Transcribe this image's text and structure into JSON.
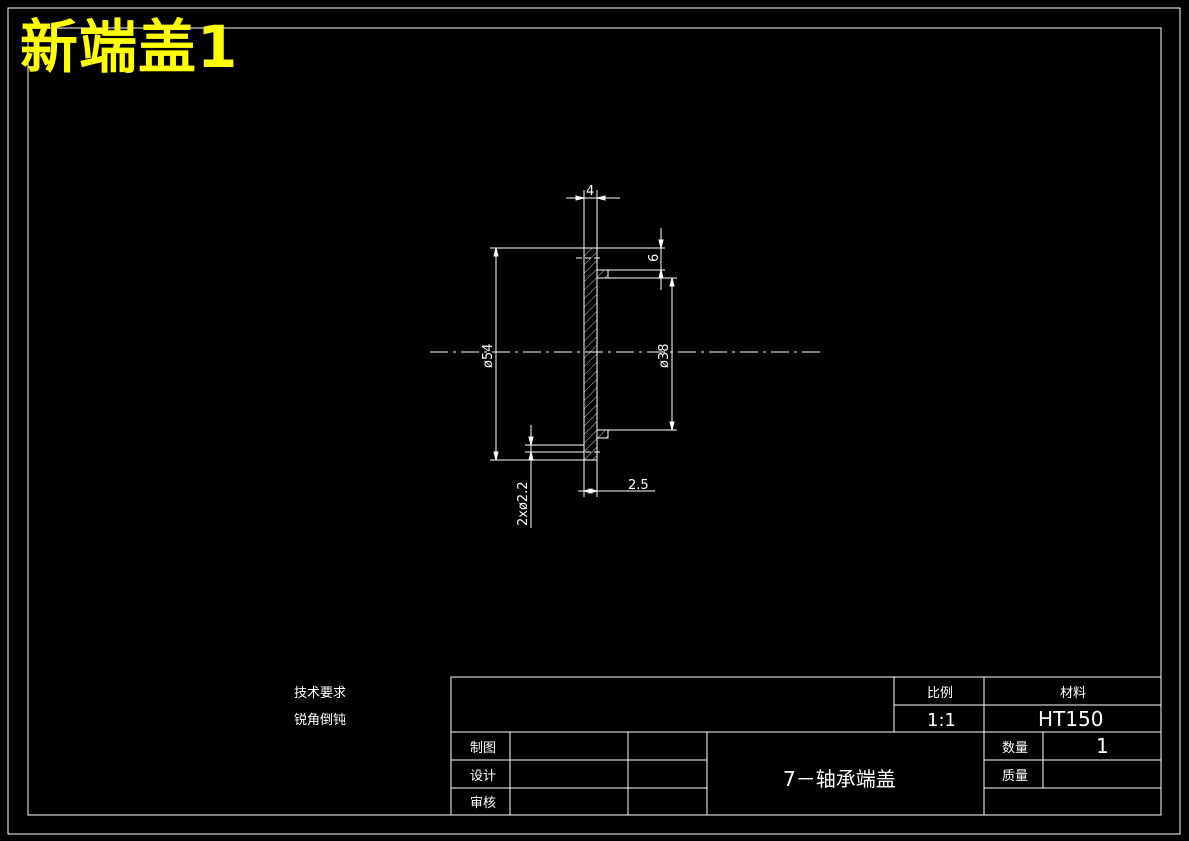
{
  "sheet_title": "新端盖1",
  "dimensions": {
    "thickness": "4",
    "step": "6",
    "outer_diameter": "ø54",
    "inner_diameter": "ø38",
    "holes": "2xø2.2",
    "flange": "2.5"
  },
  "tech_requirements": {
    "heading": "技术要求",
    "item": "锐角倒钝"
  },
  "title_block": {
    "scale_label": "比例",
    "scale_value": "1:1",
    "material_label": "材料",
    "material_value": "HT150",
    "drawn_label": "制图",
    "design_label": "设计",
    "review_label": "审核",
    "part_name": "7－轴承端盖",
    "quantity_label": "数量",
    "quantity_value": "1",
    "mass_label": "质量"
  },
  "colors": {
    "background": "#000000",
    "lines": "#ffffff",
    "title": "#ffff00"
  }
}
